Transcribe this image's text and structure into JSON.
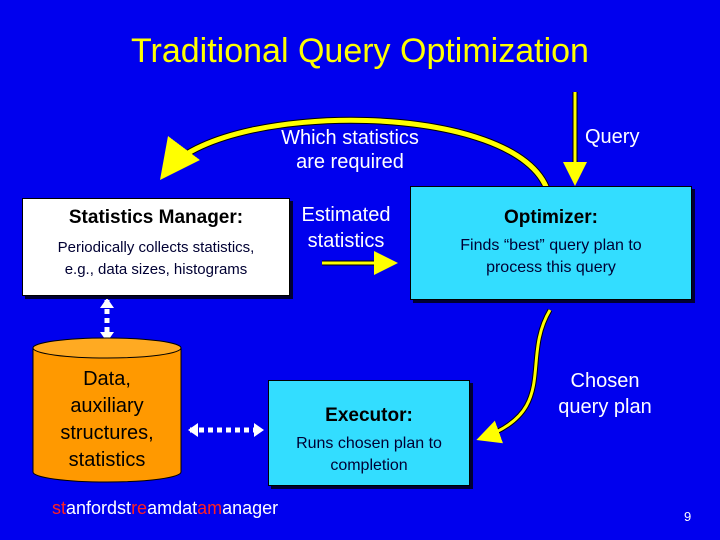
{
  "title": "Traditional Query Optimization",
  "labels": {
    "which_stats_line1": "Which statistics",
    "which_stats_line2": "are required",
    "query": "Query",
    "estimated_line1": "Estimated",
    "estimated_line2": "statistics",
    "chosen_line1": "Chosen",
    "chosen_line2": "query plan"
  },
  "stats_manager": {
    "heading": "Statistics Manager:",
    "line1": "Periodically collects statistics,",
    "line2": "e.g., data sizes, histograms"
  },
  "optimizer": {
    "heading": "Optimizer:",
    "line1": "Finds “best” query plan to",
    "line2": "process this query"
  },
  "data_store": {
    "line1": "Data,",
    "line2": "auxiliary",
    "line3": "structures,",
    "line4": "statistics"
  },
  "executor": {
    "heading": "Executor:",
    "line1": "Runs chosen plan to",
    "line2": "completion"
  },
  "brand": {
    "p1": "st",
    "p2": "anfordst",
    "p3": "re",
    "p4": "amdat",
    "p5": "am",
    "p6": "anager"
  },
  "page_number": "9",
  "colors": {
    "background": "#0000ee",
    "title": "#ffff00",
    "box_fill": "#33ddff",
    "cylinder": "#ff9900",
    "arrow": "#ffff00"
  }
}
